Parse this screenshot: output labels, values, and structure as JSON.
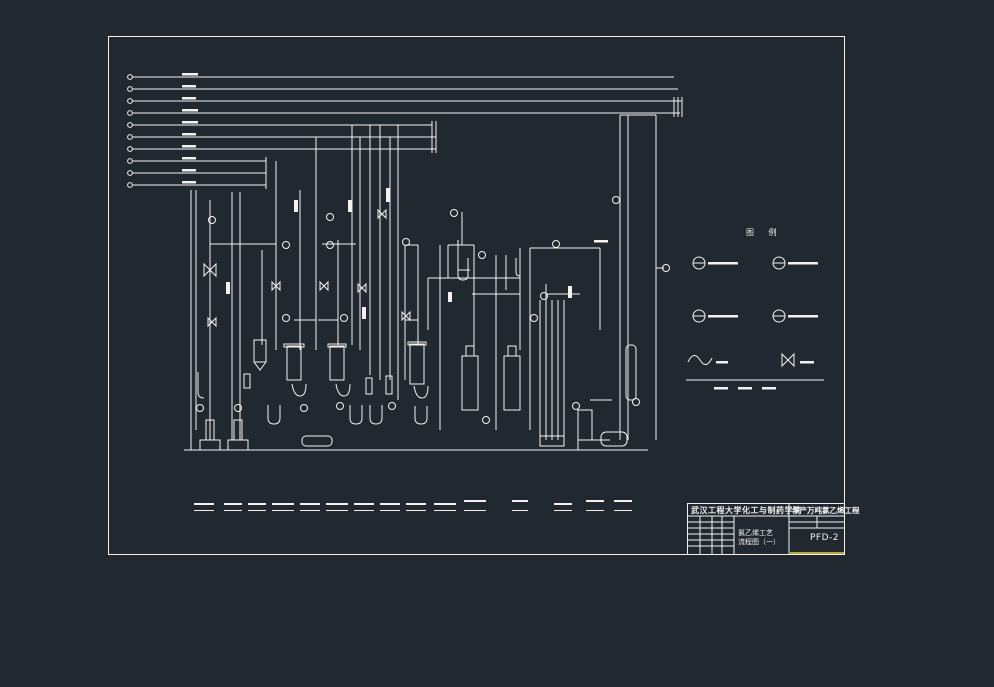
{
  "colors": {
    "background": "#212830",
    "line": "#f2f2f2",
    "accent_yellow": "#e6d23c"
  },
  "legend": {
    "title": "图 例"
  },
  "title_block": {
    "school": "武汉工程大学化工与制药学院",
    "project": "年产万吨氯乙烯工程",
    "drawing_name_line1": "氯乙烯工艺",
    "drawing_name_line2": "流程图（一）",
    "drawing_code": "PFD-2"
  },
  "utility_header_count": 10
}
